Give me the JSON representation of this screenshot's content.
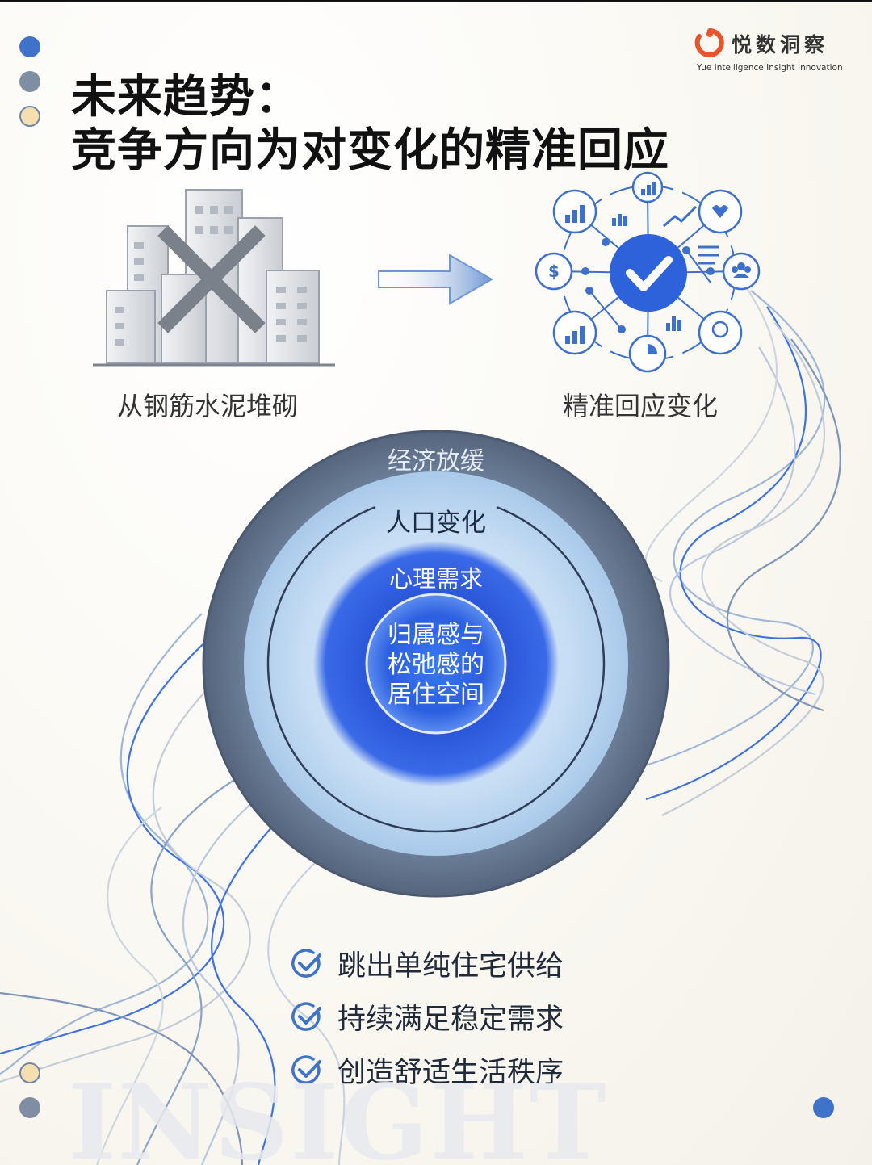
{
  "brand": {
    "name_cn": "悦数洞察",
    "tagline_en": "Yue Intelligence Insight Innovation",
    "logo_color": "#e8542c"
  },
  "title": {
    "line1": "未来趋势：",
    "line2": "竞争方向为对变化的精准回应"
  },
  "transition": {
    "from_label": "从钢筋水泥堆砌",
    "to_label": "精准回应变化",
    "from_icon": "crossed-out-buildings-icon",
    "to_icon": "checkmark-network-hub-icon",
    "arrow_icon": "right-arrow-icon"
  },
  "rings": {
    "outer": "经济放缓",
    "second": "人口变化",
    "third": "心理需求",
    "core_lines": [
      "归属感与",
      "松弛感的",
      "居住空间"
    ]
  },
  "checklist": [
    "跳出单纯住宅供给",
    "持续满足稳定需求",
    "创造舒适生活秩序"
  ],
  "watermark": "INSIGHT",
  "colors": {
    "accent_blue": "#3f72c9",
    "dark_slate": "#5b6d86",
    "light_blue": "#b5d3ef",
    "core_blue": "#2e5fe0"
  }
}
